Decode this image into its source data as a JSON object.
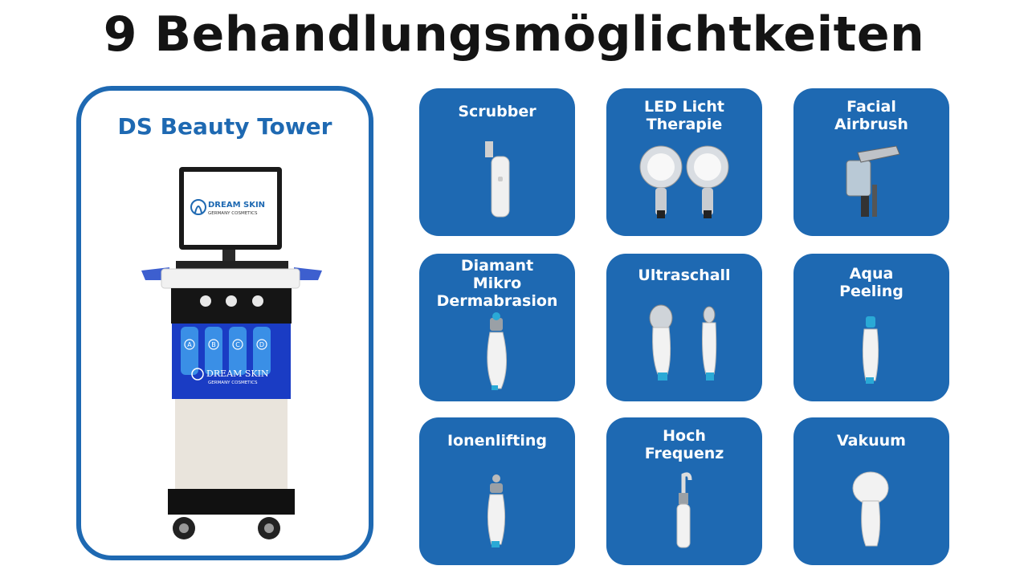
{
  "title": "9 Behandlungsmöglichtkeiten",
  "colors": {
    "accent": "#1e69b2",
    "text": "#141414",
    "background": "#ffffff"
  },
  "tower": {
    "title": "DS Beauty Tower",
    "screen_brand": "DREAM SKIN",
    "screen_sub": "GERMANY COSMETICS",
    "tank_labels": [
      "A",
      "B",
      "C",
      "D"
    ]
  },
  "treatments": [
    {
      "label": "Scrubber",
      "icon": "scrubber-handpiece-icon"
    },
    {
      "label": "LED Licht\nTherapie",
      "icon": "led-light-handpieces-icon"
    },
    {
      "label": "Facial\nAirbrush",
      "icon": "airbrush-gun-icon"
    },
    {
      "label": "Diamant\nMikro\nDermabrasion",
      "icon": "diamond-handpiece-icon"
    },
    {
      "label": "Ultraschall",
      "icon": "ultrasound-handpieces-icon"
    },
    {
      "label": "Aqua\nPeeling",
      "icon": "aqua-peeling-handpiece-icon"
    },
    {
      "label": "Ionenlifting",
      "icon": "ion-lifting-handpiece-icon"
    },
    {
      "label": "Hoch\nFrequenz",
      "icon": "high-frequency-electrode-icon"
    },
    {
      "label": "Vakuum",
      "icon": "vacuum-cup-icon"
    }
  ]
}
